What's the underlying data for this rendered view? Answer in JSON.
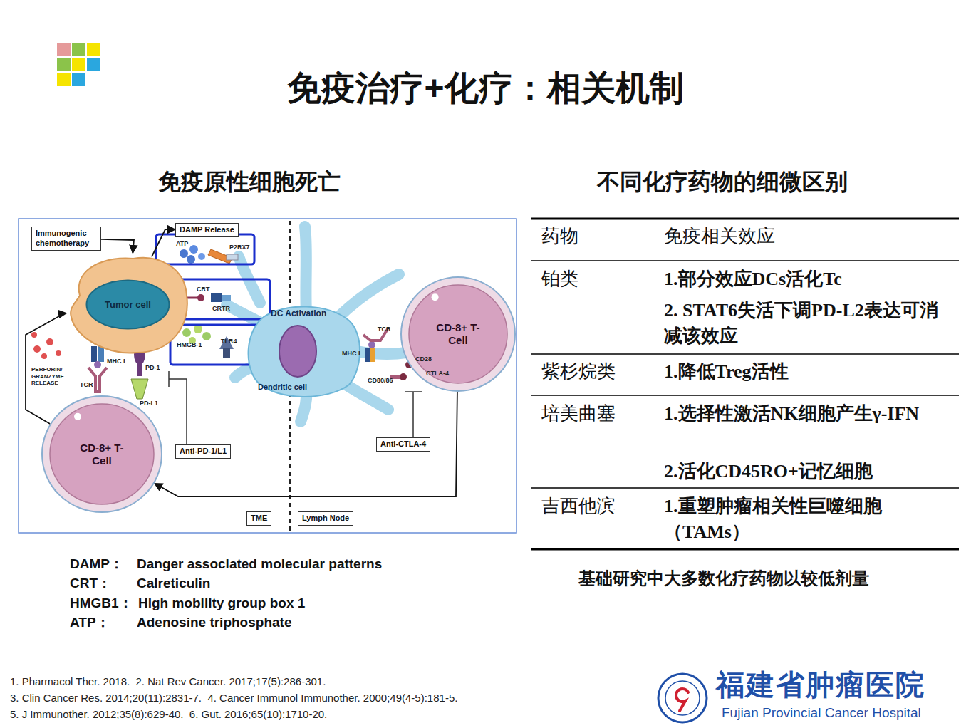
{
  "diagram": {
    "title": "免疫治疗+化疗：相关机制",
    "nodes": [
      {
        "text": [
          "Immunogenic chemotherapy"
        ]
      },
      {
        "text": [
          "Tumor cell"
        ]
      },
      {
        "text": [
          "DAMP Release"
        ]
      },
      {
        "text": [
          "DC Activation",
          "Dendritic cell"
        ]
      },
      {
        "text": [
          "CD-8+ T-Cell"
        ]
      },
      {
        "text": [
          "CD-8+ T-Cell"
        ]
      },
      {
        "text": [
          "Anti-PD-1/L1"
        ]
      },
      {
        "text": [
          "Anti-CTLA-4"
        ]
      },
      {
        "text": [
          "TME"
        ]
      },
      {
        "text": [
          "Lymph Node"
        ]
      }
    ],
    "edges": [
      {
        "from": 0,
        "to": 1,
        "arrow": "to"
      },
      {
        "from": 1,
        "to": 2,
        "arrow": "to"
      },
      {
        "from": 4,
        "to": 1,
        "arrow": "to"
      },
      {
        "from": 5,
        "to": 4,
        "arrow": "to"
      }
    ],
    "labels": [
      "免疫原性细胞死亡",
      "不同化疗药物的细微区别",
      "ATP",
      "P2RX7",
      "CRT",
      "CRTR",
      "HMGB-1",
      "TLR4",
      "MHC I",
      "PD-1",
      "TCR",
      "PD-L1",
      "PERFORIN/ GRANZYME RELEASE",
      "TCR",
      "MHC I",
      "CD28",
      "CTLA-4",
      "CD80/86",
      "药物",
      "免疫相关效应",
      "铂类",
      "1.部分效应DCs活化Tc",
      "2. STAT6失活下调PD-L2表达可消减该效应",
      "紫杉烷类",
      "1.降低Treg活性",
      "培美曲塞",
      "1.选择性激活NK细胞产生γ-IFN",
      "2.活化CD45RO+记忆细胞",
      "吉西他滨",
      "1.重塑肿瘤相关性巨噬细胞（TAMs）",
      "基础研究中大多数化疗药物以较低剂量",
      "DAMP：",
      "Danger associated molecular patterns",
      "CRT：",
      "Calreticulin",
      "HMGB1：",
      "High mobility group box 1",
      "ATP：",
      "Adenosine triphosphate",
      "1. Pharmacol Ther. 2018.  2. Nat Rev Cancer. 2017;17(5):286-301.",
      "3. Clin Cancer Res. 2014;20(11):2831-7.  4. Cancer Immunol Immunother. 2000;49(4-5):181-5.",
      "5. J Immunother. 2012;35(8):629-40.  6. Gut. 2016;65(10):1710-20.",
      "福建省肿瘤医院",
      "Fujian Provincial Cancer Hospital"
    ]
  }
}
